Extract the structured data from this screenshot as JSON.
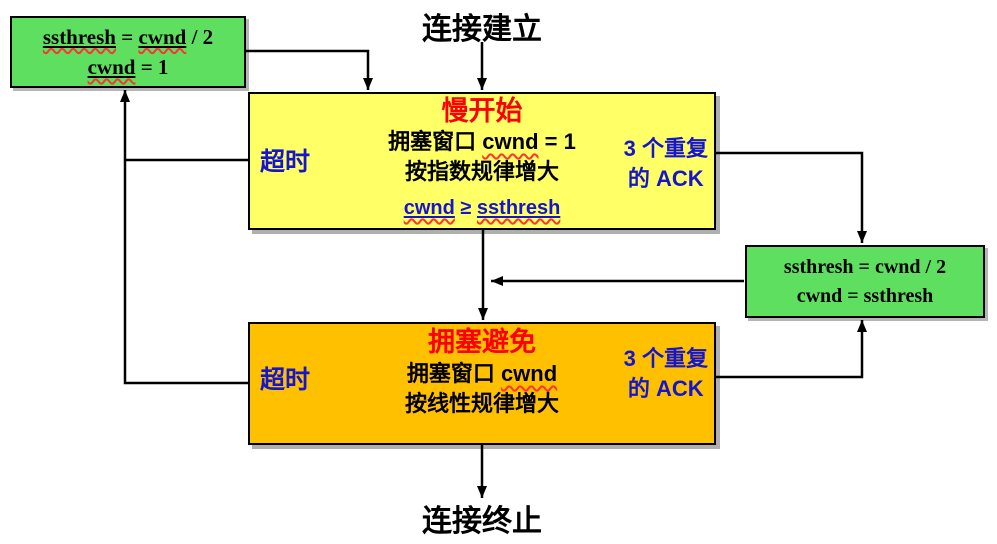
{
  "colors": {
    "box_green": "#5fdf5f",
    "box_yellow": "#ffff66",
    "box_orange": "#ffc000",
    "title_red": "#ff0000",
    "label_blue": "#1515cc",
    "line_black": "#000000",
    "squiggle_red": "#ff3333"
  },
  "labels": {
    "top": "连接建立",
    "bottom": "连接终止"
  },
  "reset_box": {
    "l1_w1": "ssthresh",
    "l1_mid": " = ",
    "l1_w2": "cwnd",
    "l1_end": " / 2",
    "l2_w1": "cwnd",
    "l2_end": " = 1"
  },
  "slow_box": {
    "title": "慢开始",
    "l1_pre": "拥塞窗口 ",
    "l1_word": "cwnd",
    "l1_end": " = 1",
    "l2": "按指数规律增大",
    "cond_w1": "cwnd",
    "cond_op": " ≥ ",
    "cond_w2": "ssthresh",
    "timeout": "超时",
    "ack_l1": "3 个重复",
    "ack_l2": "的 ACK"
  },
  "adjust_box": {
    "l1": "ssthresh = cwnd / 2",
    "l2": "cwnd = ssthresh"
  },
  "avoid_box": {
    "title": "拥塞避免",
    "l1_pre": "拥塞窗口 ",
    "l1_word": "cwnd",
    "l2": "按线性规律增大",
    "timeout": "超时",
    "ack_l1": "3 个重复",
    "ack_l2": "的 ACK"
  }
}
